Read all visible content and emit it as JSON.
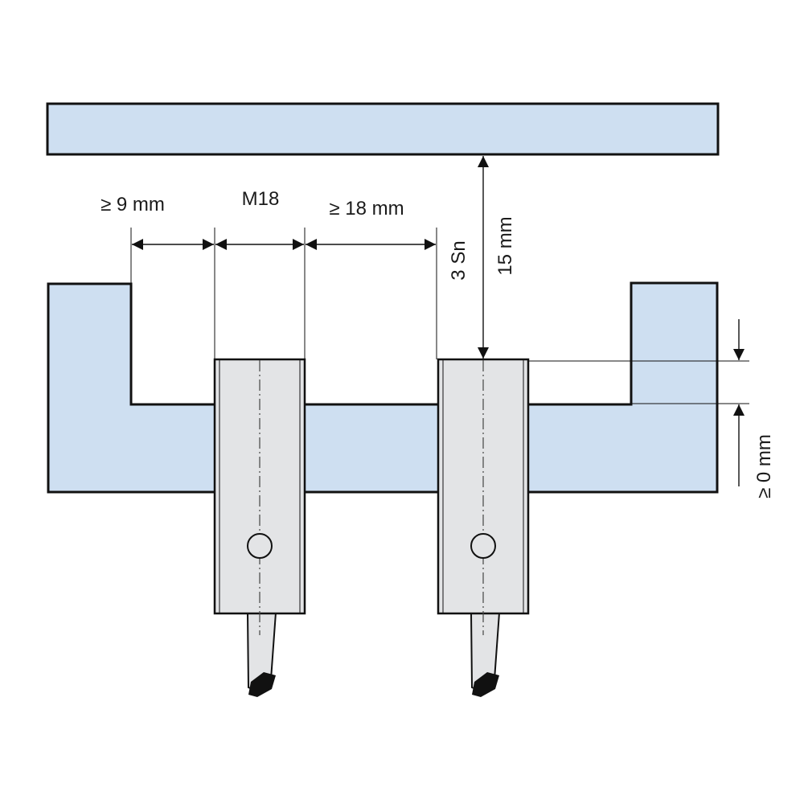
{
  "labels": {
    "gap_left": "≥ 9 mm",
    "sensor_size": "M18",
    "gap_between": "≥ 18 mm",
    "sensing_distance": "3 Sn",
    "distance_to_target": "15 mm",
    "flush_offset": "≥ 0 mm"
  },
  "colors": {
    "metal_blue": "#cedff1",
    "sensor_body": "#e3e4e6",
    "outline": "#111111"
  }
}
